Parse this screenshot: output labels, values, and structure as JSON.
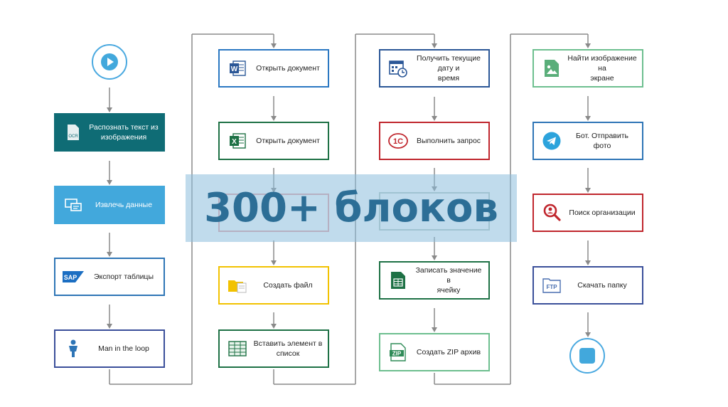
{
  "banner": {
    "text": "300+ блоков"
  },
  "icons": {
    "ocr": "OCR",
    "sap": "SAP",
    "word": "W",
    "excel": "X",
    "onec": "1С",
    "zip": "ZIP",
    "ftp": "FTP"
  },
  "colors": {
    "blue": "#2e75b6",
    "teal": "#0f6c75",
    "light_blue": "#42a8dc",
    "navy": "#3a4f9a",
    "word": "#2b5797",
    "excel": "#1e7145",
    "yellow": "#f2c200",
    "red": "#c0262d",
    "green": "#2e8b57",
    "mint": "#6dbf8f",
    "telegram": "#2ca3dc",
    "gray": "#888888"
  },
  "columns": [
    {
      "items": [
        {
          "type": "start"
        },
        {
          "label": "Распознать текст из\nизображения",
          "icon": "ocr-icon",
          "style": "filled-teal"
        },
        {
          "label": "Извлечь данные",
          "icon": "extract-data-icon",
          "style": "filled-lightblue"
        },
        {
          "label": "Экспорт таблицы",
          "icon": "sap-icon",
          "style": "blue"
        },
        {
          "label": "Man in the loop",
          "icon": "person-icon",
          "style": "navy"
        }
      ]
    },
    {
      "items": [
        {
          "label": "Открыть документ",
          "icon": "word-icon",
          "style": "word"
        },
        {
          "label": "Открыть документ",
          "icon": "excel-icon",
          "style": "excel"
        },
        {
          "label": "",
          "icon": "",
          "style": "hidden-red"
        },
        {
          "label": "Создать файл",
          "icon": "folder-icon",
          "style": "yellow"
        },
        {
          "label": "Вставить элемент в\nсписок",
          "icon": "list-icon",
          "style": "excel"
        }
      ]
    },
    {
      "items": [
        {
          "label": "Получить текущие дату и\nвремя",
          "icon": "calendar-clock-icon",
          "style": "word"
        },
        {
          "label": "Выполнить запрос",
          "icon": "onec-icon",
          "style": "red"
        },
        {
          "label": "",
          "icon": "",
          "style": "hidden-gray"
        },
        {
          "label": "Записать значение в\nячейку",
          "icon": "sheet-icon",
          "style": "excel"
        },
        {
          "label": "Создать ZIP архив",
          "icon": "zip-icon",
          "style": "mint"
        }
      ]
    },
    {
      "items": [
        {
          "label": "Найти изображение на\nэкране",
          "icon": "image-icon",
          "style": "mint"
        },
        {
          "label": "Бот. Отправить фото",
          "icon": "telegram-icon",
          "style": "blue"
        },
        {
          "label": "Поиск организации",
          "icon": "search-org-icon",
          "style": "red"
        },
        {
          "label": "Скачать папку",
          "icon": "ftp-icon",
          "style": "navy"
        },
        {
          "type": "stop"
        }
      ]
    }
  ]
}
